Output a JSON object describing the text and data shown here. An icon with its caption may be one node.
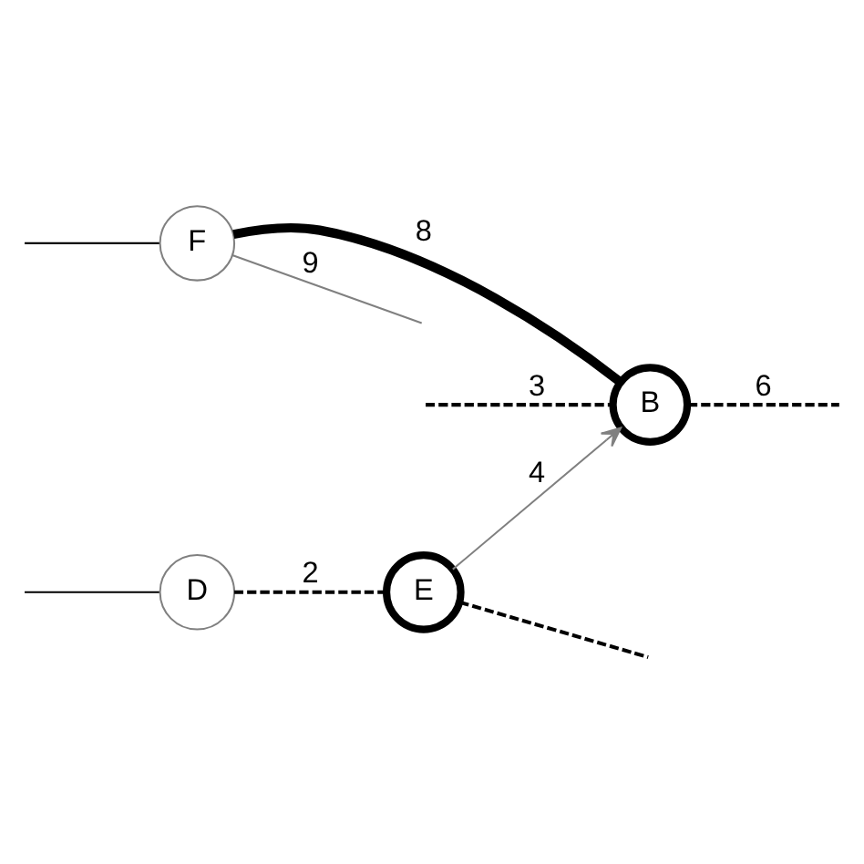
{
  "diagram": {
    "nodes": [
      {
        "text": [
          "D"
        ]
      },
      {
        "text": [
          "E"
        ]
      },
      {
        "text": [
          "B"
        ]
      },
      {
        "text": [
          "F"
        ]
      }
    ],
    "edges": [
      {
        "from": null,
        "to": 0,
        "arrow": "none"
      },
      {
        "from": 0,
        "to": 1,
        "arrow": "none",
        "label": "2",
        "style": "dashed"
      },
      {
        "from": 1,
        "to": null,
        "arrow": "none",
        "style": "dashed"
      },
      {
        "from": null,
        "to": 2,
        "arrow": "none",
        "label": "3",
        "style": "dashed"
      },
      {
        "from": 1,
        "to": 2,
        "arrow": "to",
        "label": "4",
        "color": "#808080"
      },
      {
        "from": 2,
        "to": null,
        "arrow": "none",
        "label": "6",
        "style": "dashed"
      },
      {
        "from": 2,
        "to": 3,
        "arrow": "none",
        "label": "8",
        "style": "thick"
      },
      {
        "from": 3,
        "to": null,
        "arrow": "none",
        "label": "9",
        "color": "#808080"
      },
      {
        "from": null,
        "to": 3,
        "arrow": "none"
      }
    ]
  }
}
